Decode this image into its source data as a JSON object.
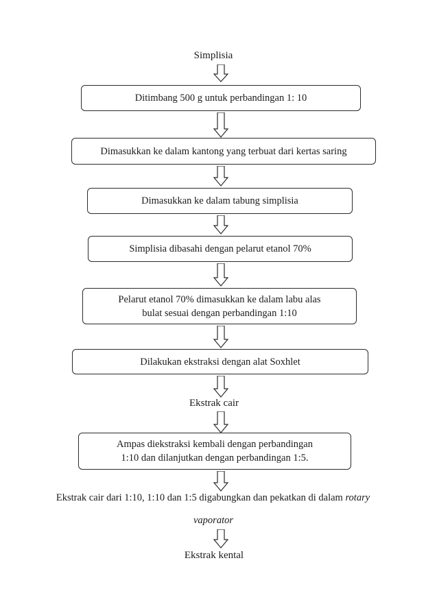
{
  "flow": {
    "start": "Simplisia",
    "step1": "Ditimbang 500 g untuk perbandingan 1: 10",
    "step2": "Dimasukkan ke dalam kantong yang terbuat dari kertas saring",
    "step3": "Dimasukkan ke dalam tabung simplisia",
    "step4": "Simplisia dibasahi dengan pelarut etanol 70%",
    "step5_line1": "Pelarut etanol 70% dimasukkan ke dalam labu alas",
    "step5_line2": "bulat sesuai dengan perbandingan 1:10",
    "step6": "Dilakukan ekstraksi dengan alat Soxhlet",
    "mid_label": "Ekstrak cair",
    "step7_line1": "Ampas diekstraksi kembali dengan perbandingan",
    "step7_line2": "1:10 dan dilanjutkan dengan perbandingan 1:5.",
    "step8_text": "Ekstrak cair dari 1:10, 1:10 dan 1:5 digabungkan dan pekatkan di dalam",
    "step8_italic1": "rotary",
    "step8_italic2": "vaporator",
    "end": "Ekstrak kental"
  }
}
